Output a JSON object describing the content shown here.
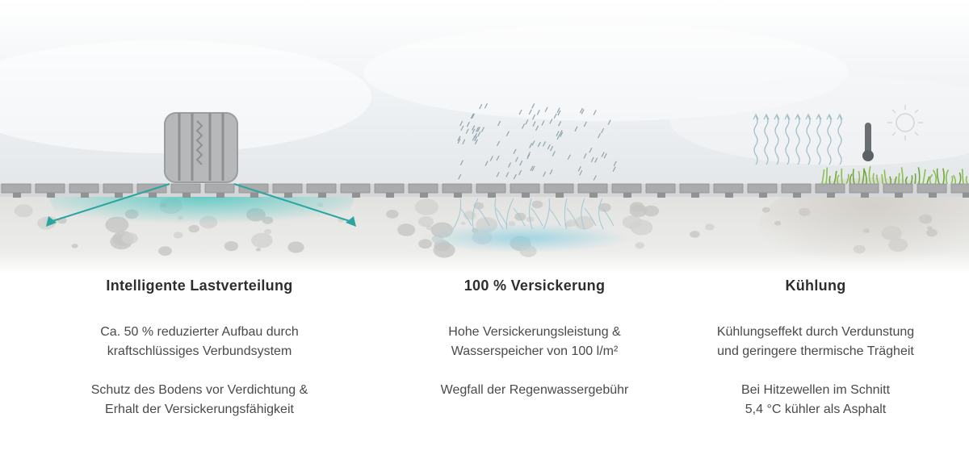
{
  "features": [
    {
      "title": "Intelligente Lastverteilung",
      "para1": [
        "Ca. 50 % reduzierter Aufbau durch",
        "kraftschlüssiges Verbundsystem"
      ],
      "para2": [
        "Schutz des Bodens vor Verdichtung &",
        "Erhalt der Versickerungsfähigkeit"
      ],
      "icon": "tire-icon"
    },
    {
      "title": "100 % Versickerung",
      "para1": [
        "Hohe Versickerungsleistung &",
        "Wasserspeicher von 100 l/m²"
      ],
      "para2": [
        "Wegfall der Regenwassergebühr",
        ""
      ],
      "icon": "rain-icon"
    },
    {
      "title": "Kühlung",
      "para1": [
        "Kühlungseffekt durch Verdunstung",
        "und geringere thermische Trägheit"
      ],
      "para2": [
        "Bei Hitzewellen im Schnitt",
        "5,4 °C kühler als Asphalt"
      ],
      "icon": "thermometer-icon"
    }
  ],
  "colors": {
    "accent": "#2aa6a0",
    "paver": "#a9abac",
    "ground": "#e6e6e4",
    "grass": "#6fa83a"
  }
}
